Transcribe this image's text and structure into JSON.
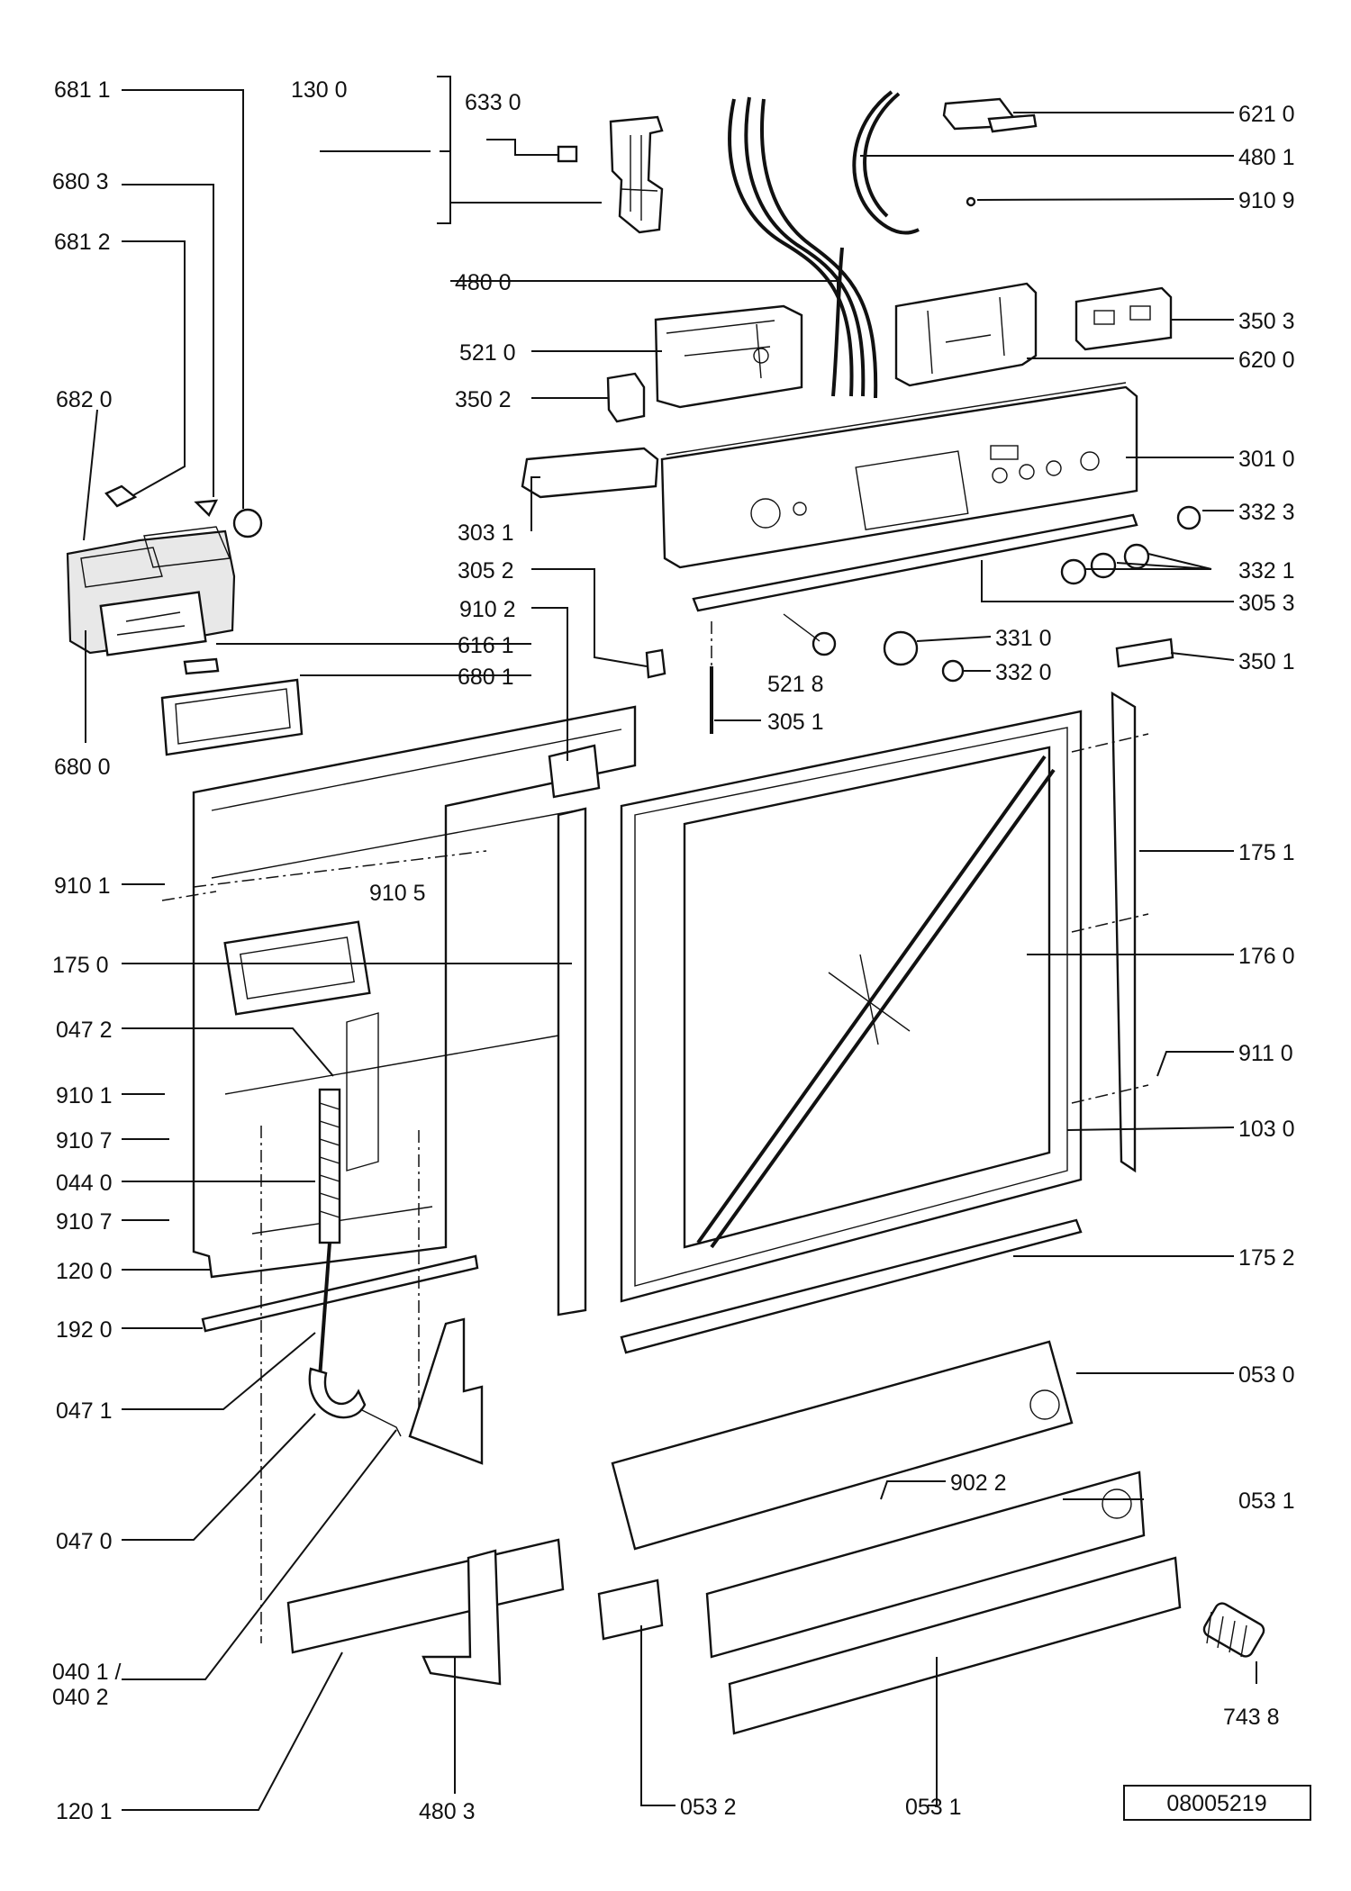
{
  "diagram": {
    "document_number": "08005219",
    "labels": {
      "p6811": "681 1",
      "p1300": "130 0",
      "p6330": "633 0",
      "p6210": "621 0",
      "p4801": "480 1",
      "p9109": "910 9",
      "p6803": "680 3",
      "p6812": "681 2",
      "p4800": "480 0",
      "p3503": "350 3",
      "p5210": "521 0",
      "p6200": "620 0",
      "p6820": "682 0",
      "p3502": "350 2",
      "p3010": "301 0",
      "p3031": "303 1",
      "p3323": "332 3",
      "p3052": "305 2",
      "p3321": "332 1",
      "p3053": "305 3",
      "p9102": "910 2",
      "p3310": "331 0",
      "p6161": "616 1",
      "p6801": "680 1",
      "p5218": "521 8",
      "p3320": "332 0",
      "p3501": "350 1",
      "p3051": "305 1",
      "p6800": "680 0",
      "p1751": "175 1",
      "p9101a": "910 1",
      "p9105": "910 5",
      "p1750": "175 0",
      "p1760": "176 0",
      "p0472": "047 2",
      "p9110": "911 0",
      "p9101b": "910 1",
      "p9107a": "910 7",
      "p1030": "103 0",
      "p0440": "044 0",
      "p9107b": "910 7",
      "p1200": "120 0",
      "p1752": "175 2",
      "p1920": "192 0",
      "p0530": "053 0",
      "p0471": "047 1",
      "p9022": "902 2",
      "p0531a": "053 1",
      "p0470": "047 0",
      "p0401": "040 1 /",
      "p0402": "040 2",
      "p7438": "743 8",
      "p1201": "120 1",
      "p4803": "480 3",
      "p0532": "053 2",
      "p0531b": "053 1"
    }
  }
}
